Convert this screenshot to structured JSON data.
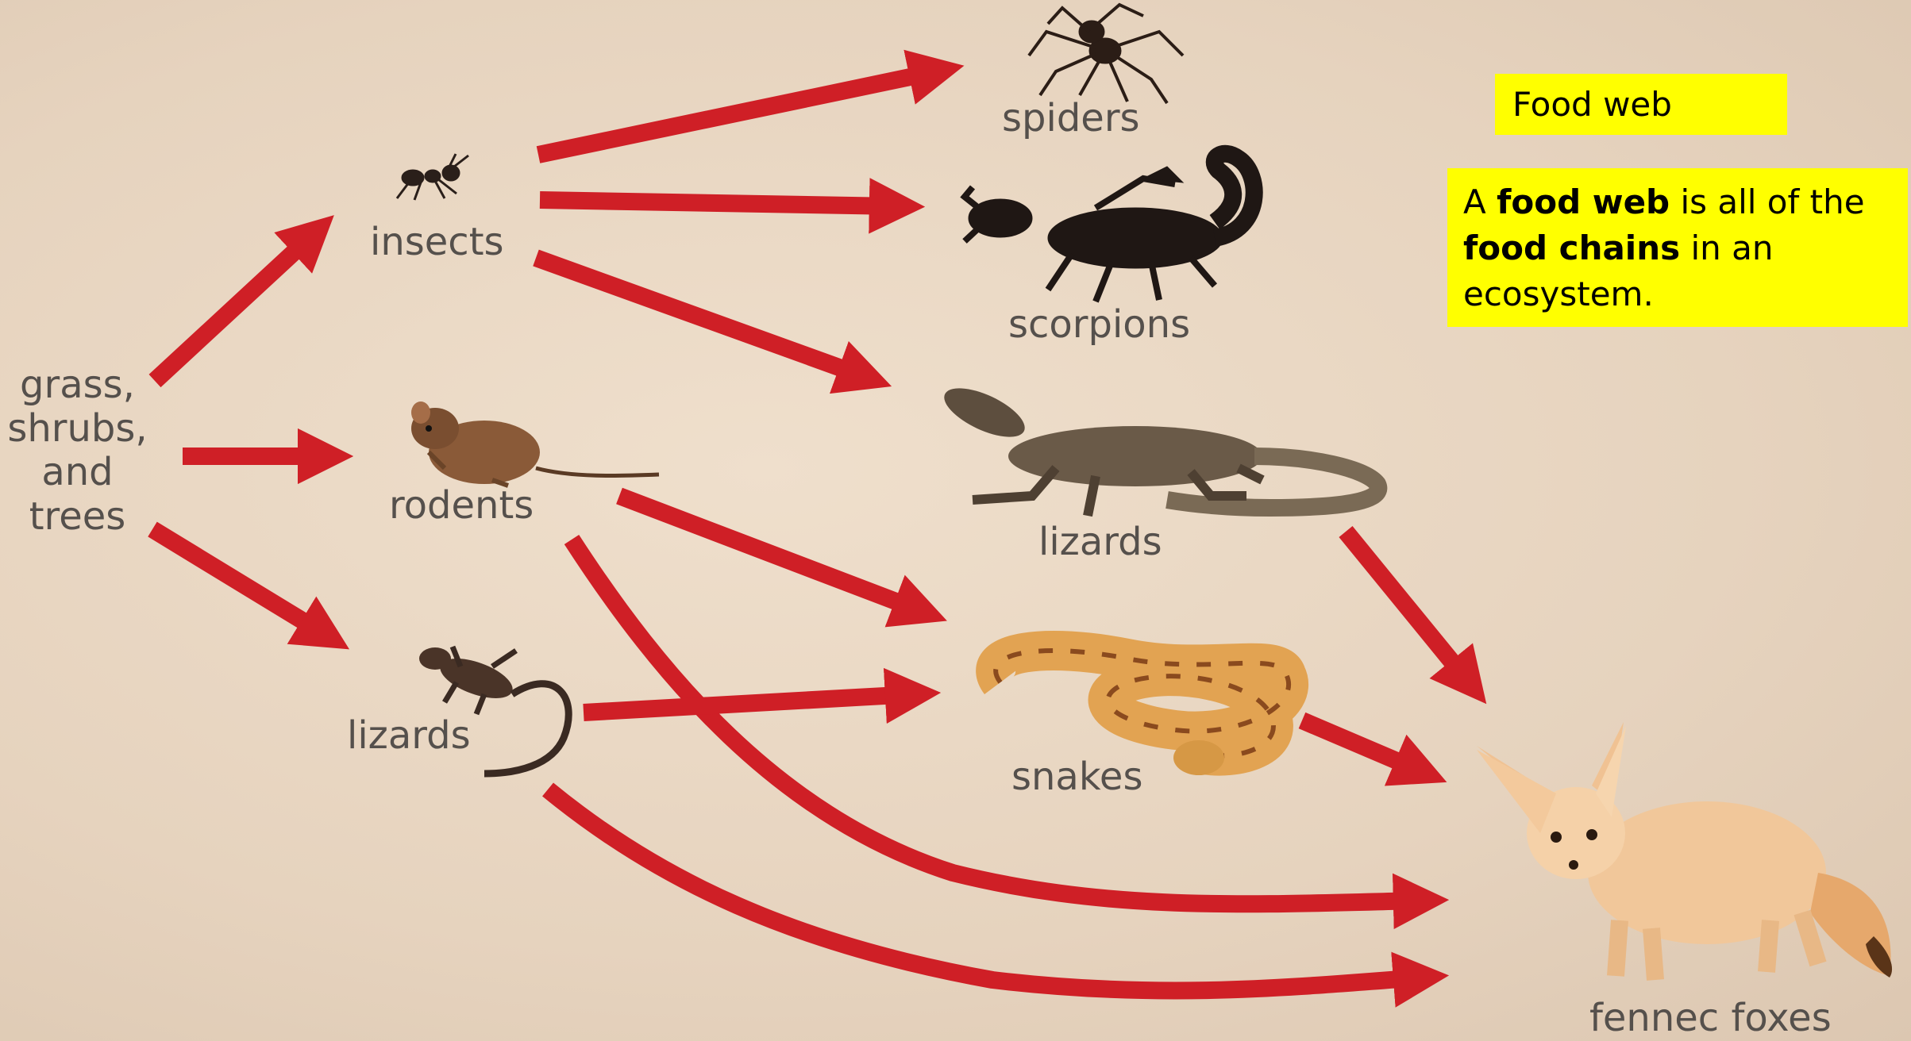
{
  "title": "Food web",
  "definition": {
    "part1": "A ",
    "bold1": "food web",
    "part2": " is all of the ",
    "bold2": "food chains",
    "part3": " in an ecosystem."
  },
  "organisms": {
    "producers_line1": "grass,",
    "producers_line2": "shrubs,",
    "producers_line3": "and",
    "producers_line4": "trees",
    "insects": "insects",
    "rodents": "rodents",
    "lizards_left": "lizards",
    "spiders": "spiders",
    "scorpions": "scorpions",
    "lizards_right": "lizards",
    "snakes": "snakes",
    "fennec_foxes": "fennec foxes"
  },
  "colors": {
    "arrow": "#cf1f26",
    "highlight": "#ffff00",
    "label_text": "#55504c"
  },
  "icons": [
    "ant-icon",
    "spider-icon",
    "scorpion-icon",
    "mouse-icon",
    "lizard-icon",
    "monitor-lizard-icon",
    "snake-icon",
    "fox-icon"
  ]
}
